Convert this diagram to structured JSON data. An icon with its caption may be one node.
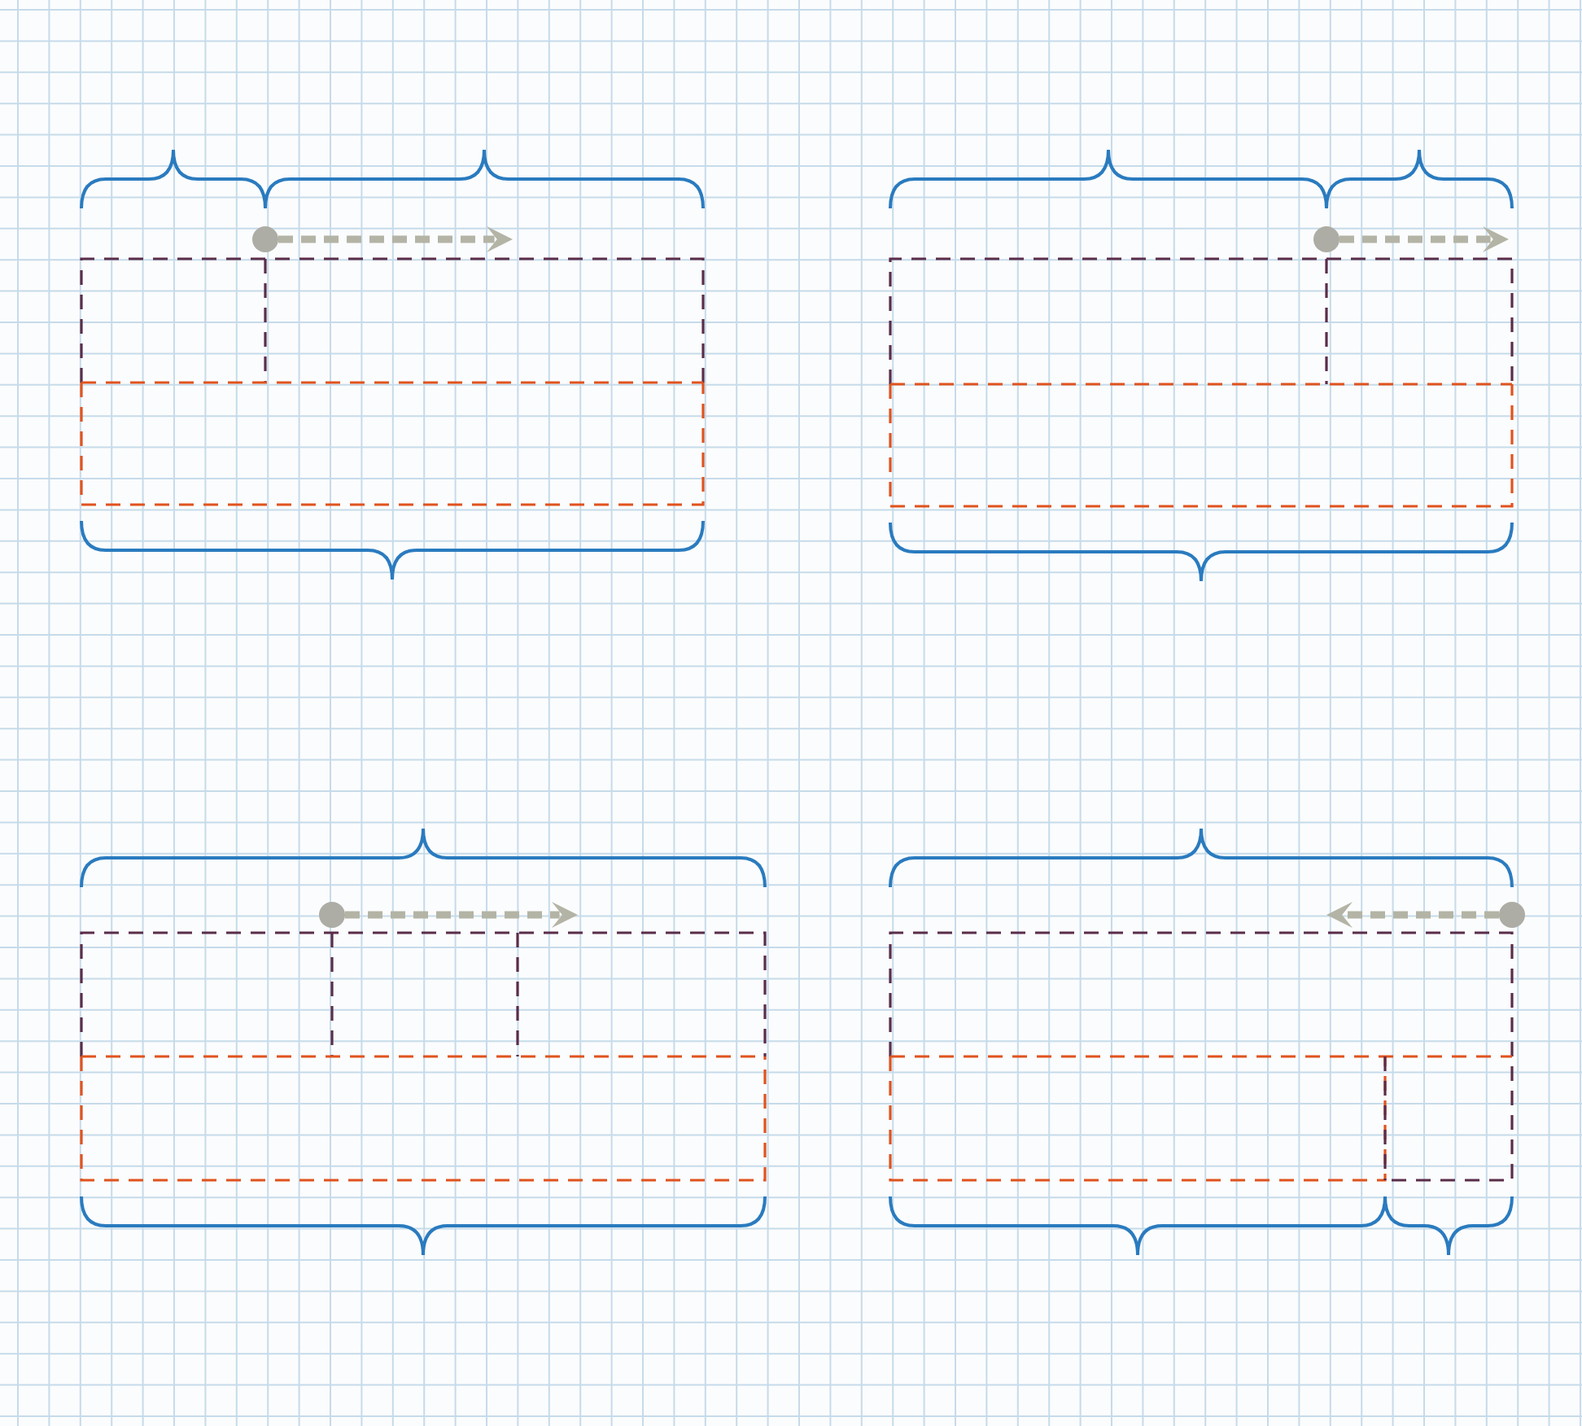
{
  "diagram": {
    "nodes": [
      {
        "text": [],
        "shape": "circle"
      },
      {
        "text": [],
        "shape": "circle"
      },
      {
        "text": [],
        "shape": "circle"
      },
      {
        "text": [],
        "shape": "circle"
      }
    ],
    "edges": [
      {
        "from": 0,
        "to": null,
        "arrow": "to",
        "style": "dashed"
      },
      {
        "from": 1,
        "to": null,
        "arrow": "to",
        "style": "dashed"
      },
      {
        "from": 2,
        "to": null,
        "arrow": "to",
        "style": "dashed"
      },
      {
        "from": 3,
        "to": null,
        "arrow": "to",
        "style": "dashed"
      }
    ]
  }
}
